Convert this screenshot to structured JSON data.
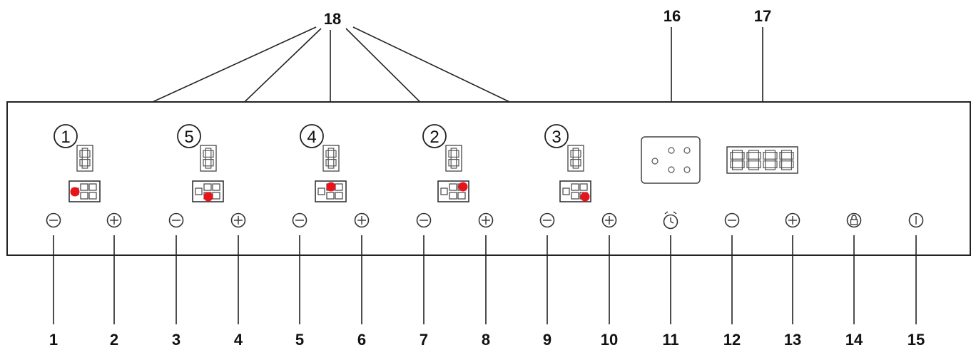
{
  "callouts": {
    "zone_selectors": "18",
    "hob_layout": "16",
    "timer_display": "17",
    "bottom": [
      "1",
      "2",
      "3",
      "4",
      "5",
      "6",
      "7",
      "8",
      "9",
      "10",
      "11",
      "12",
      "13",
      "14",
      "15"
    ]
  },
  "zones": [
    {
      "number": "1",
      "active_cell": "left-middle"
    },
    {
      "number": "5",
      "active_cell": "middle-bottom"
    },
    {
      "number": "4",
      "active_cell": "middle-top"
    },
    {
      "number": "2",
      "active_cell": "right-top"
    },
    {
      "number": "3",
      "active_cell": "right-bottom"
    }
  ],
  "buttons": [
    {
      "label": "1",
      "icon": "minus-icon"
    },
    {
      "label": "2",
      "icon": "plus-icon"
    },
    {
      "label": "3",
      "icon": "minus-icon"
    },
    {
      "label": "4",
      "icon": "plus-icon"
    },
    {
      "label": "5",
      "icon": "minus-icon"
    },
    {
      "label": "6",
      "icon": "plus-icon"
    },
    {
      "label": "7",
      "icon": "minus-icon"
    },
    {
      "label": "8",
      "icon": "plus-icon"
    },
    {
      "label": "9",
      "icon": "minus-icon"
    },
    {
      "label": "10",
      "icon": "plus-icon"
    },
    {
      "label": "11",
      "icon": "timer-icon"
    },
    {
      "label": "12",
      "icon": "minus-icon"
    },
    {
      "label": "13",
      "icon": "plus-icon"
    },
    {
      "label": "14",
      "icon": "lock-icon"
    },
    {
      "label": "15",
      "icon": "power-icon"
    }
  ],
  "colors": {
    "indicator": "#e8141b",
    "outline": "#222222",
    "background": "#ffffff"
  }
}
